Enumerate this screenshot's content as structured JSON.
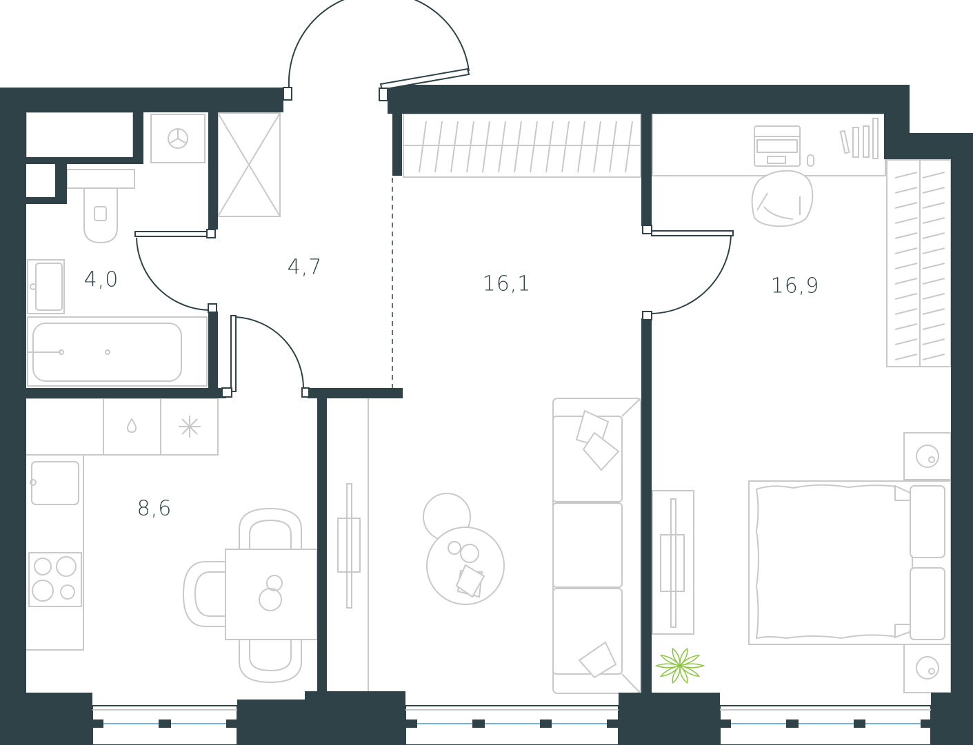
{
  "rooms": {
    "bathroom": {
      "area": "4,0",
      "color": "#2e4247"
    },
    "hall": {
      "area": "4,7",
      "color": "#2e4247"
    },
    "living_room": {
      "area": "16,1",
      "color": "#2e4247"
    },
    "bedroom": {
      "area": "16,9",
      "color": "#2e4247"
    },
    "kitchen": {
      "area": "8,6",
      "color": "#2e4247"
    }
  },
  "colors": {
    "wall": "#2e4247",
    "furniture": "#c9c9c9",
    "window_glass": "#6fb6e6",
    "plant": "#8cc63f"
  }
}
